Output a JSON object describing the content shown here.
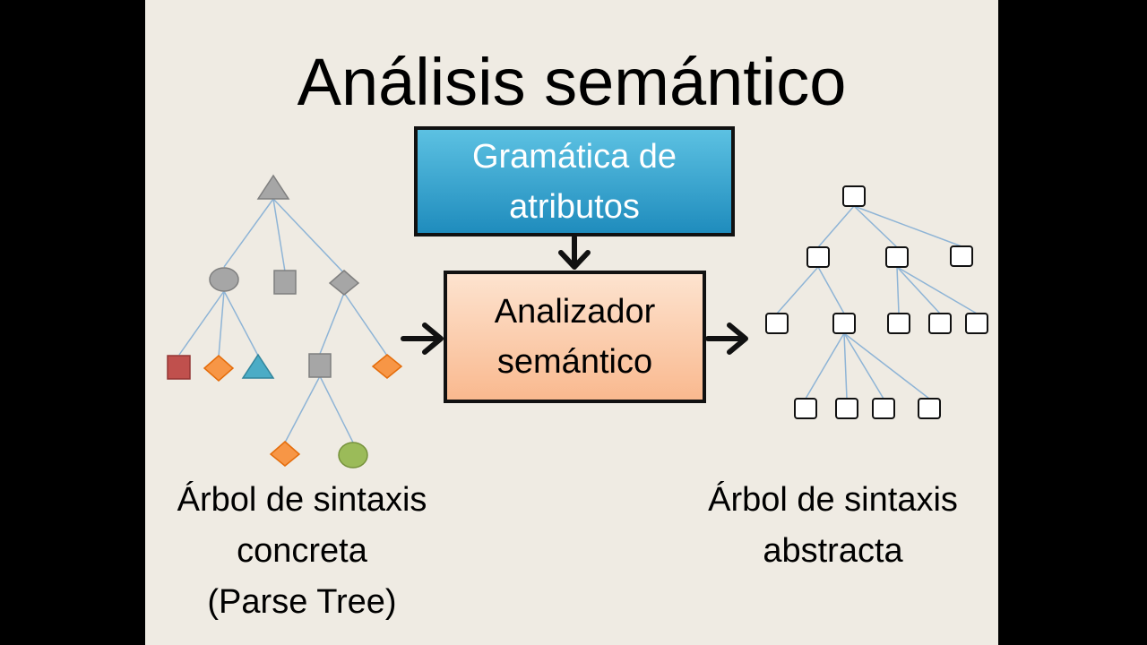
{
  "slide": {
    "title": "Análisis semántico",
    "grammar_box": {
      "line1": "Gramática de",
      "line2": "atributos"
    },
    "analyzer_box": {
      "line1": "Analizador",
      "line2": "semántico"
    },
    "concrete_tree_caption": {
      "line1": "Árbol de sintaxis",
      "line2": "concreta",
      "line3": "(Parse Tree)"
    },
    "abstract_tree_caption": {
      "line1": "Árbol de sintaxis",
      "line2": "abstracta"
    }
  },
  "colors": {
    "background": "#efebe3",
    "grammar_box": "#2aa0cc",
    "analyzer_box": "#fbc9a6",
    "node_gray": "#a6a6a6",
    "node_red": "#c0504d",
    "node_orange": "#f79646",
    "node_blue": "#4bacc6",
    "node_green": "#9bbb59",
    "edge": "#8eb4d6"
  }
}
